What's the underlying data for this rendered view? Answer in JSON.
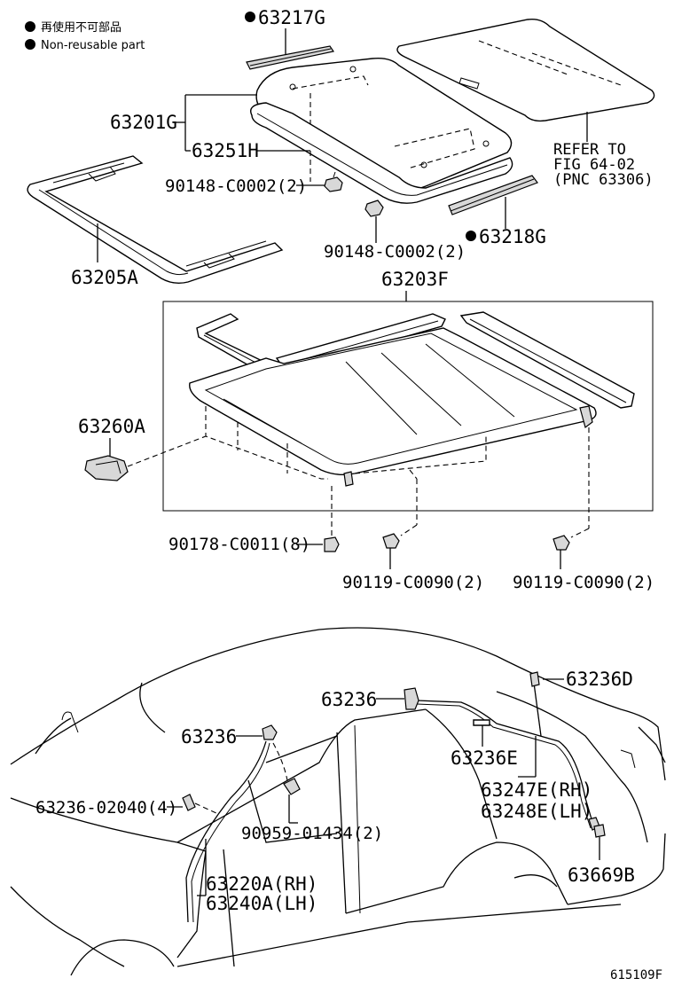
{
  "legend": {
    "cn_text": "再使用不可部品",
    "en_text": "Non-reusable part"
  },
  "labels": {
    "p63217G": "63217G",
    "p63201G": "63201G",
    "p63251H": "63251H",
    "p90148_a": "90148-C0002(2)",
    "p90148_b": "90148-C0002(2)",
    "p63218G": "63218G",
    "p63205A": "63205A",
    "p63203F": "63203F",
    "p63260A": "63260A",
    "p90178": "90178-C0011(8)",
    "p90119_a": "90119-C0090(2)",
    "p90119_b": "90119-C0090(2)",
    "p63236_a": "63236",
    "p63236_b": "63236",
    "p63236D": "63236D",
    "p63236E": "63236E",
    "p63247E": "63247E(RH)",
    "p63248E": "63248E(LH)",
    "p63236_02040": "63236-02040(4)",
    "p90959": "90959-01434(2)",
    "p63220A": "63220A(RH)",
    "p63240A": "63240A(LH)",
    "p63669B": "63669B"
  },
  "refer": {
    "line1": "REFER TO",
    "line2": "FIG 64-02",
    "line3": "(PNC 63306)"
  },
  "figure_id": "615109F",
  "colors": {
    "ink": "#000000",
    "paper": "#ffffff",
    "shade": "#d8d8d8"
  }
}
